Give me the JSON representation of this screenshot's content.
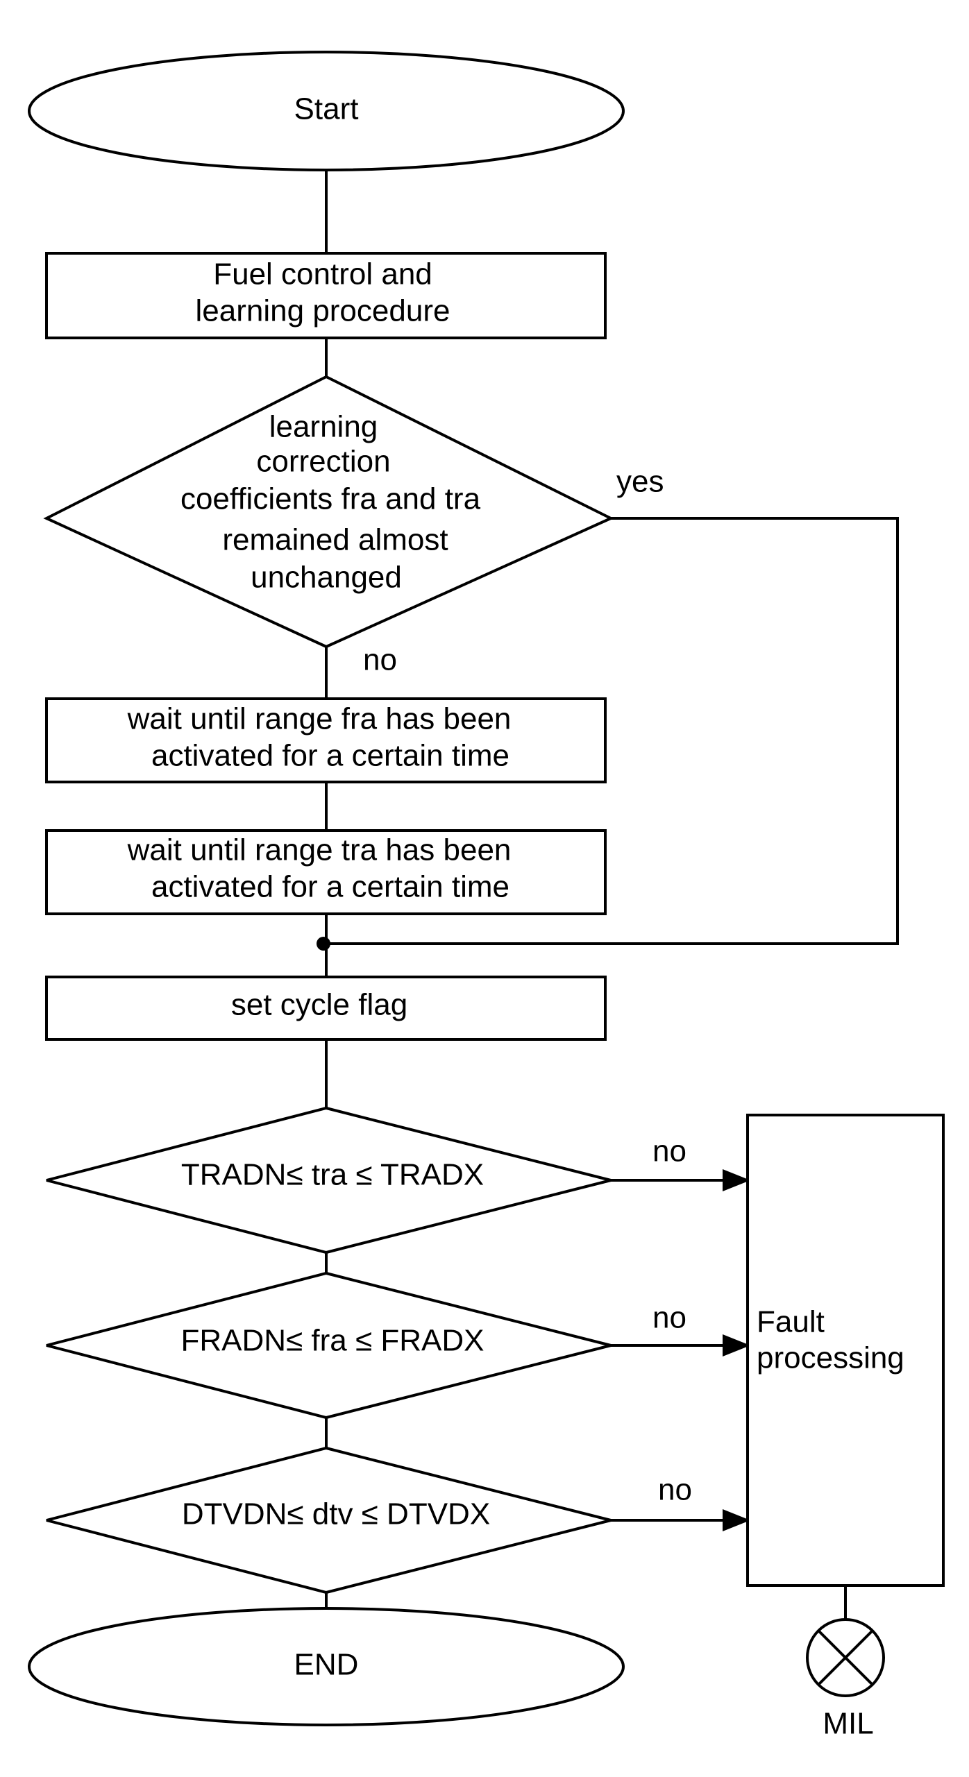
{
  "diagram": {
    "start": "Start",
    "fuel_control": [
      "Fuel control and",
      "learning procedure"
    ],
    "learning_decision": [
      "learning",
      "correction",
      "coefficients fra and tra",
      "remained almost",
      "unchanged"
    ],
    "yes": "yes",
    "no": "no",
    "wait_fra": [
      "wait until range fra has been",
      "activated for a certain time"
    ],
    "wait_tra": [
      "wait until range tra has been",
      "activated for a certain time"
    ],
    "set_cycle_flag": "set cycle flag",
    "check_tra": "TRADN≤  tra ≤  TRADX",
    "check_fra": "FRADN≤  fra ≤  FRADX",
    "check_dtv": "DTVDN≤  dtv ≤  DTVDX",
    "fault_processing": [
      "Fault",
      "processing"
    ],
    "end": "END",
    "mil": "MIL"
  }
}
